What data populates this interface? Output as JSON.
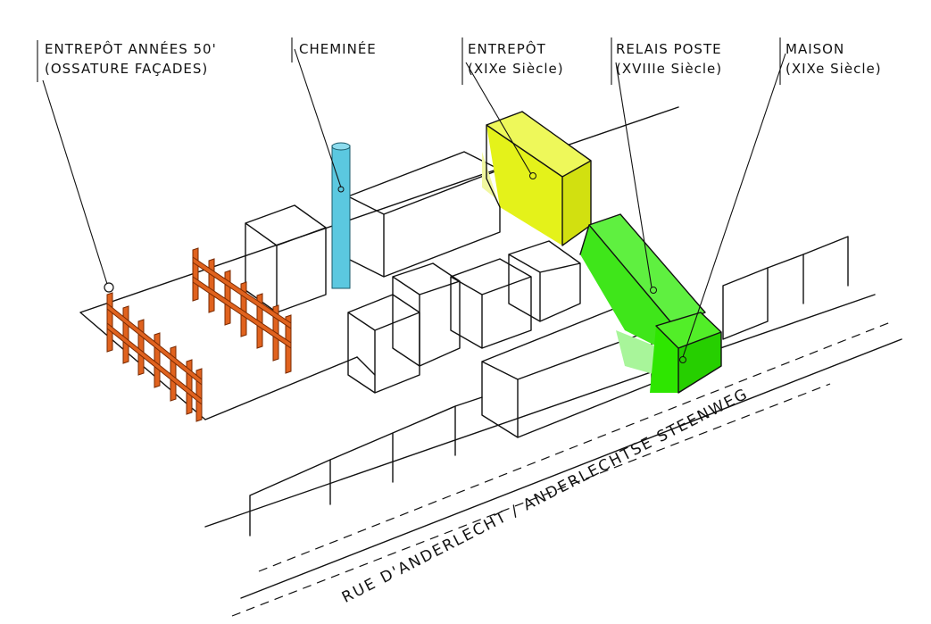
{
  "labels": {
    "entrepot_50": {
      "line1": "ENTREPÔT ANNÉES 50'",
      "line2": "(OSSATURE FAÇADES)"
    },
    "cheminee": {
      "line1": "CHEMINÉE"
    },
    "entrepot_19": {
      "line1": "ENTREPÔT",
      "line2": "(XIXe Siècle)"
    },
    "relais_poste": {
      "line1": "RELAIS POSTE",
      "line2": "(XVIIIe Siècle)"
    },
    "maison": {
      "line1": "MAISON",
      "line2": "(XIXe Siècle)"
    },
    "street": "RUE D'ANDERLECHT / ANDERLECHTSE STEENWEG"
  },
  "colors": {
    "frame_orange": "#e0621e",
    "chimney_cyan": "#5bc8e0",
    "entrepot_yellow": "#e4f21a",
    "relais_green": "#3fe61a",
    "maison_green": "#2ee600",
    "ink": "#111111"
  }
}
